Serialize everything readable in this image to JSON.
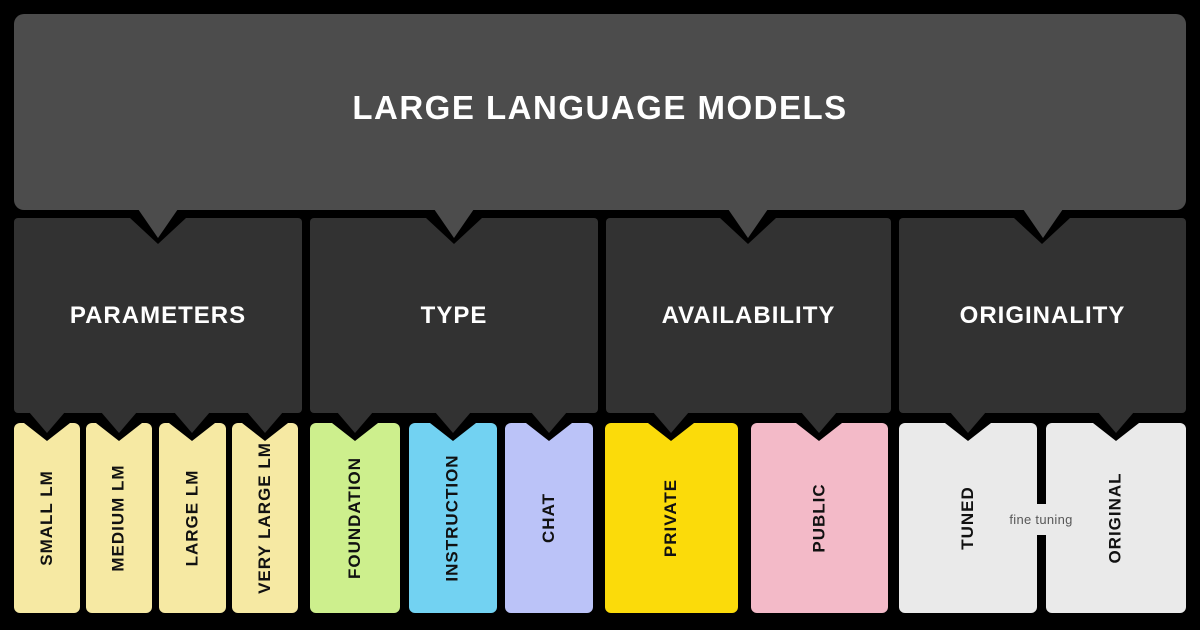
{
  "title": "LARGE LANGUAGE MODELS",
  "connector": {
    "label": "fine tuning"
  },
  "colors": {
    "background": "#000000",
    "title_box": "#4C4C4C",
    "category_box": "#323232",
    "title_text": "#FFFFFF",
    "column_text": "#111111",
    "connector_text": "#585858",
    "pale_yellow": "#F6E9A3",
    "green": "#CDEF8D",
    "blue": "#72D2F2",
    "lavender": "#BBC3F8",
    "gold": "#FBDB0A",
    "pink": "#F3BAC8",
    "off_white": "#EAEAEA"
  },
  "groups": [
    {
      "label": "PARAMETERS",
      "children": [
        {
          "label": "SMALL LM",
          "color": "#F6E9A3"
        },
        {
          "label": "MEDIUM LM",
          "color": "#F6E9A3"
        },
        {
          "label": "LARGE LM",
          "color": "#F6E9A3"
        },
        {
          "label": "VERY LARGE LM",
          "color": "#F6E9A3"
        }
      ]
    },
    {
      "label": "TYPE",
      "children": [
        {
          "label": "FOUNDATION",
          "color": "#CDEF8D"
        },
        {
          "label": "INSTRUCTION",
          "color": "#72D2F2"
        },
        {
          "label": "CHAT",
          "color": "#BBC3F8"
        }
      ]
    },
    {
      "label": "AVAILABILITY",
      "children": [
        {
          "label": "PRIVATE",
          "color": "#FBDB0A"
        },
        {
          "label": "PUBLIC",
          "color": "#F3BAC8"
        }
      ]
    },
    {
      "label": "ORIGINALITY",
      "children": [
        {
          "label": "TUNED",
          "color": "#EAEAEA"
        },
        {
          "label": "ORIGINAL",
          "color": "#EAEAEA"
        }
      ]
    }
  ]
}
